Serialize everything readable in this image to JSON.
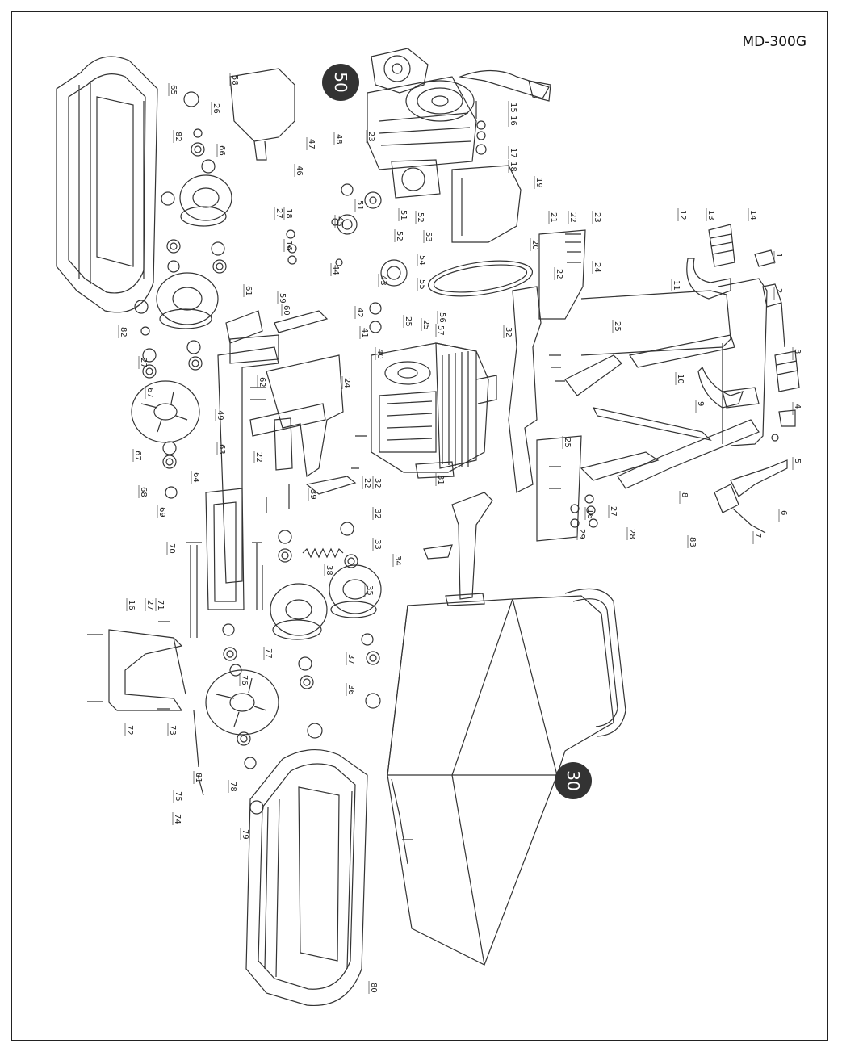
{
  "model": "MD-300G",
  "badges": [
    "50",
    "30"
  ],
  "parts": [
    "1",
    "2",
    "3",
    "4",
    "5",
    "6",
    "7",
    "8",
    "9",
    "10",
    "11",
    "12",
    "13",
    "14",
    "15",
    "16",
    "16",
    "16",
    "16",
    "17",
    "18",
    "18",
    "19",
    "20",
    "21",
    "22",
    "22",
    "22",
    "22",
    "23",
    "23",
    "24",
    "24",
    "25",
    "25",
    "25",
    "25",
    "26",
    "27",
    "27",
    "27",
    "27",
    "28",
    "29",
    "31",
    "32",
    "32",
    "32",
    "33",
    "34",
    "35",
    "36",
    "37",
    "38",
    "39",
    "40",
    "41",
    "42",
    "43",
    "44",
    "45",
    "46",
    "47",
    "48",
    "49",
    "51",
    "51",
    "52",
    "52",
    "53",
    "54",
    "55",
    "56",
    "57",
    "58",
    "59",
    "60",
    "61",
    "62",
    "63",
    "64",
    "65",
    "66",
    "67",
    "67",
    "68",
    "69",
    "70",
    "71",
    "72",
    "73",
    "74",
    "75",
    "76",
    "77",
    "78",
    "79",
    "80",
    "81",
    "82",
    "82",
    "83"
  ]
}
